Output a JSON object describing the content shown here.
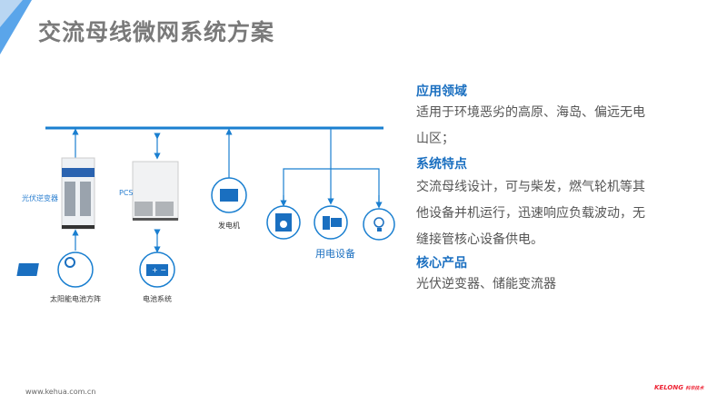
{
  "title": "交流母线微网系统方案",
  "diagram": {
    "pv_inverter": "光伏逆变器",
    "pcs": "PCS",
    "solar_array": "太阳能电池方阵",
    "battery_system": "电池系统",
    "generator": "发电机",
    "loads": "用电设备"
  },
  "sections": [
    {
      "heading": "应用领域",
      "lines": [
        "适用于环境恶劣的高原、海岛、偏远无电",
        "山区；"
      ]
    },
    {
      "heading": "系统特点",
      "lines": [
        "交流母线设计，可与柴发，燃气轮机等其",
        "他设备并机运行，迅速响应负载波动，无",
        "缝接管核心设备供电。"
      ]
    },
    {
      "heading": "核心产品",
      "lines": [
        "光伏逆变器、储能变流器"
      ]
    }
  ],
  "footer": {
    "url": "www.kehua.com.cn",
    "logo": "KELONG",
    "logo_sub": "科华技术"
  },
  "colors": {
    "accent": "#1a7fd0",
    "title": "#7a7a7a"
  }
}
